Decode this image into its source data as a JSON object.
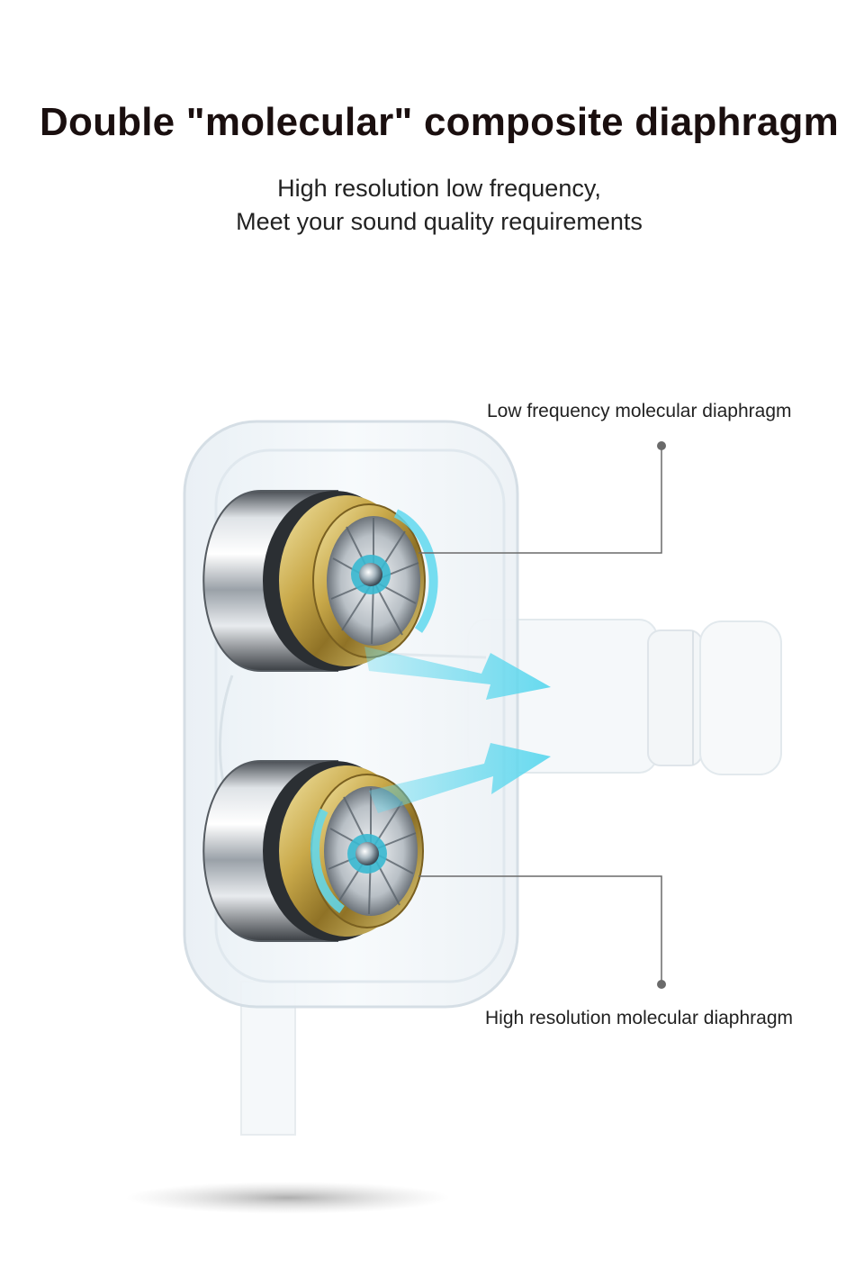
{
  "header": {
    "title": "Double \"molecular\" composite diaphragm",
    "subtitle_line1": "High resolution low frequency,",
    "subtitle_line2": "Meet your sound quality requirements"
  },
  "callouts": {
    "top_label": "Low frequency molecular diaphragm",
    "bottom_label": "High resolution molecular diaphragm"
  },
  "colors": {
    "arrow": "#5fd8ee",
    "gold": "#c9a94a",
    "leader_line": "#6a6a6a"
  }
}
